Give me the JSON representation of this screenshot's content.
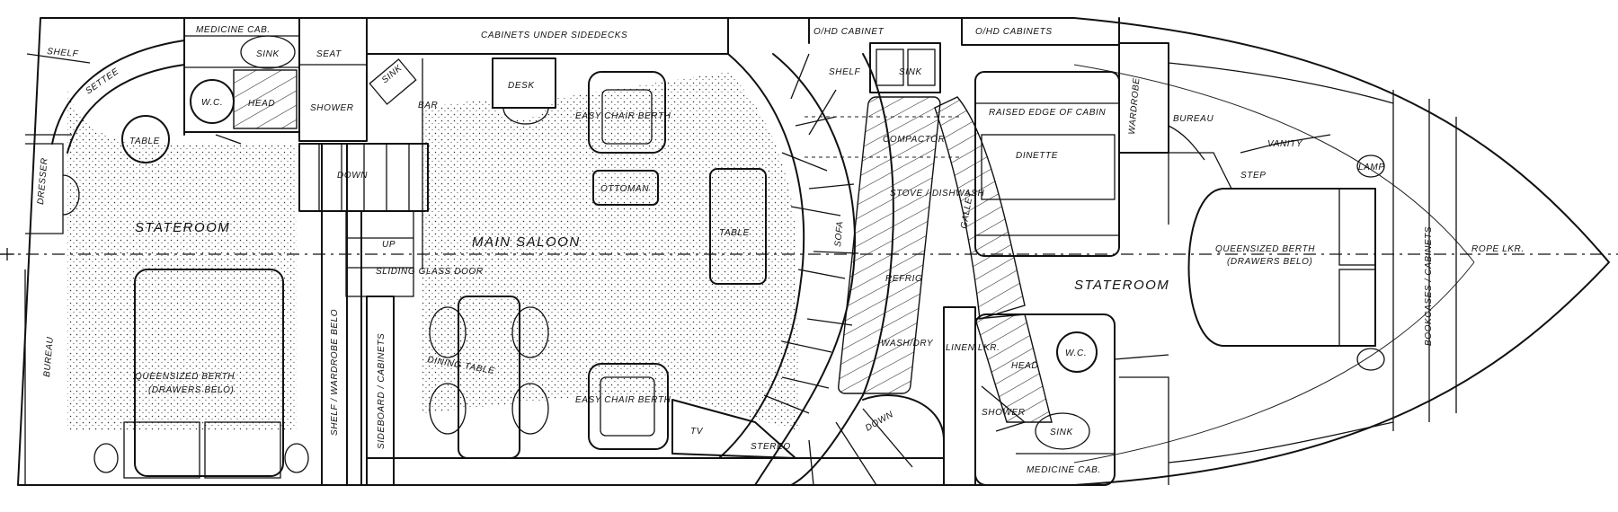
{
  "labels": {
    "shelf_aft": "SHELF",
    "settee": "SETTEE",
    "table_aft": "TABLE",
    "dresser": "DRESSER",
    "stateroom_aft": "STATEROOM",
    "bureau_aft": "BUREAU",
    "berth_aft": "QUEENSIZED BERTH",
    "drawers_aft": "(DRAWERS BELO)",
    "medicine_cab_aft": "MEDICINE CAB.",
    "sink_aft": "SINK",
    "wc_aft": "W.C.",
    "head_aft": "HEAD",
    "seat": "SEAT",
    "shower_aft": "SHOWER",
    "down_aft": "DOWN",
    "up": "UP",
    "sliding_door": "SLIDING GLASS DOOR",
    "shelf_wardrobe": "SHELF / WARDROBE BELO",
    "sideboard": "SIDEBOARD / CABINETS",
    "cabinets_sidedecks": "CABINETS UNDER SIDEDECKS",
    "sink_bar": "SINK",
    "bar": "BAR",
    "desk": "DESK",
    "easy_chair_top": "EASY CHAIR BERTH",
    "ottoman": "OTTOMAN",
    "main_saloon": "MAIN SALOON",
    "table_saloon": "TABLE",
    "dining_table": "DINING TABLE",
    "easy_chair_bottom": "EASY CHAIR BERTH",
    "tv": "TV",
    "stereo": "STEREO",
    "down_fwd": "DOWN",
    "sofa": "SOFA",
    "ohd_cabinet": "O/HD CABINET",
    "ohd_cabinets": "O/HD CABINETS",
    "shelf_galley": "SHELF",
    "sink_galley": "SINK",
    "compactor": "COMPACTOR",
    "stove_dishwash": "STOVE / DISHWASH",
    "galley": "GALLEY",
    "refrig": "REFRIG",
    "wash_dry": "WASH/DRY",
    "raised_edge": "RAISED EDGE OF CABIN",
    "dinette": "DINETTE",
    "wardrobe": "WARDROBE",
    "bureau_fwd": "BUREAU",
    "vanity": "VANITY",
    "step": "STEP",
    "lamp": "LAMP",
    "berth_fwd": "QUEENSIZED BERTH",
    "drawers_fwd": "(DRAWERS BELO)",
    "stateroom_fwd": "STATEROOM",
    "bookcases": "BOOKCASES / CABINETS",
    "rope_lkr": "ROPE LKR.",
    "linen_lkr": "LINEN LKR.",
    "wc_fwd": "W.C.",
    "head_fwd": "HEAD",
    "shower_fwd": "SHOWER",
    "sink_fwd": "SINK",
    "medicine_cab_fwd": "MEDICINE CAB."
  }
}
